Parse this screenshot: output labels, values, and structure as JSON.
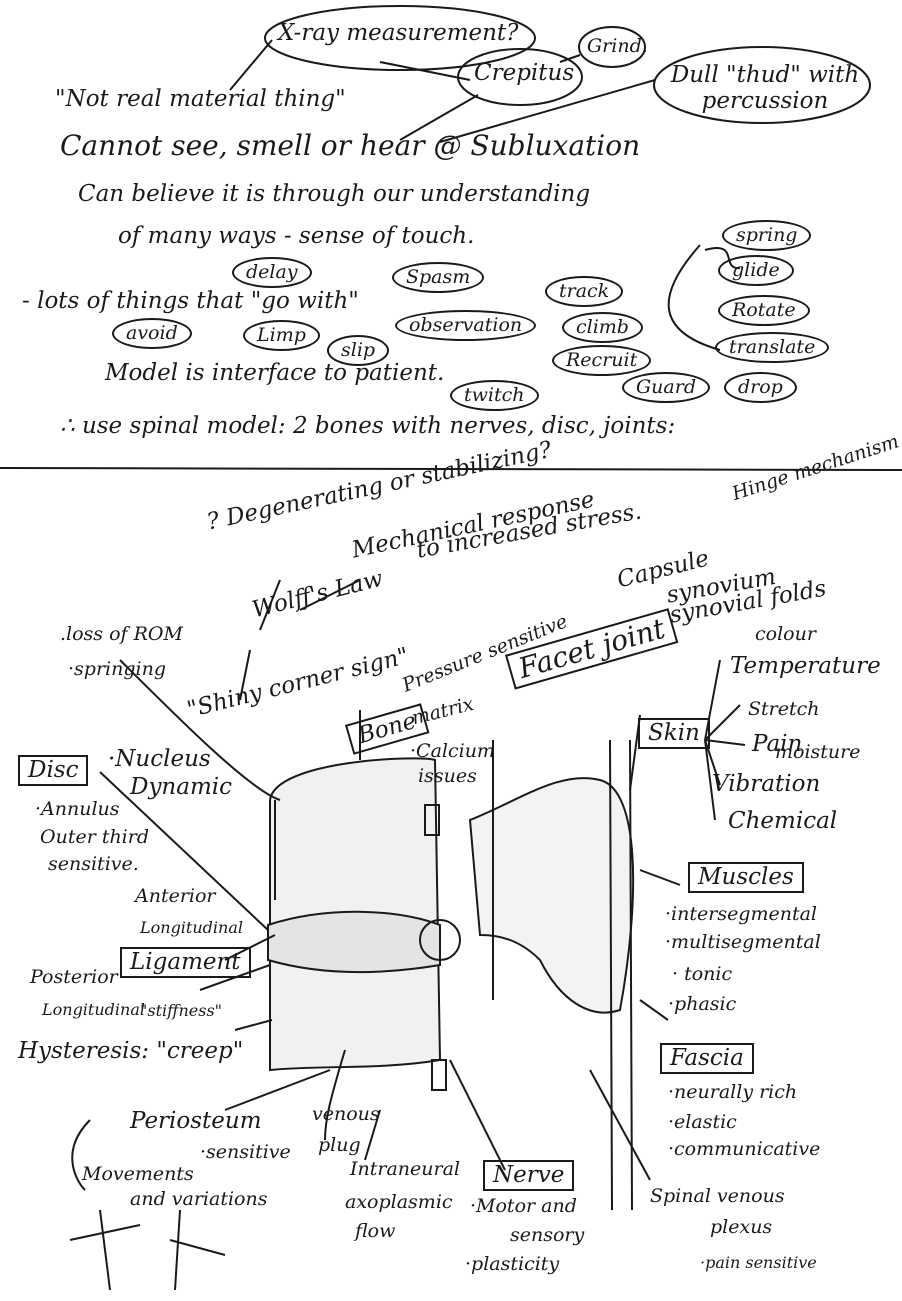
{
  "top": {
    "xray": "X-ray measurement?",
    "grind": "Grind.",
    "crepitus": "Crepitus",
    "dull": "Dull \"thud\" with percussion",
    "not_real": "\"Not real material thing\"",
    "cannot": "Cannot see, smell or hear @ Subluxation",
    "believe": "Can believe it is through our understanding",
    "many": "of many ways - sense of touch.",
    "lots": "- lots of things that \"go with\"",
    "model": "Model is interface to patient.",
    "use": "∴ use spinal model: 2 bones with nerves, disc, joints:"
  },
  "ovals": {
    "delay": "delay",
    "spasm": "Spasm",
    "track": "track",
    "spring": "spring",
    "glide": "glide",
    "avoid": "avoid",
    "limp": "Limp",
    "observation": "observation",
    "climb": "climb",
    "rotate": "Rotate",
    "slip": "slip",
    "translate": "translate",
    "recruit": "Recruit",
    "twitch": "twitch",
    "guard": "Guard",
    "drop": "drop"
  },
  "bottom": {
    "degen": "? Degenerating or stabilizing?",
    "mech": "Mechanical response",
    "mech2": "to increased stress.",
    "hinge": "Hinge mechanism",
    "capsule": "Capsule",
    "synovium": "synovium",
    "synfolds": "synovial folds",
    "loss_rom": ".loss of ROM",
    "springing": "·springing",
    "wolff": "Wolff's Law",
    "shiny": "\"Shiny corner sign\"",
    "pressure": "Pressure sensitive",
    "facet": "Facet joint",
    "colour": "colour",
    "temperature": "Temperature",
    "stretch": "Stretch",
    "pain": "Pain",
    "moisture": "moisture",
    "vibration": "Vibration",
    "chemical": "Chemical",
    "skin": "Skin",
    "bone": "Bone",
    "matrix": "matrix",
    "calcium": "·Calcium",
    "issues": "issues",
    "disc": "Disc",
    "nucleus": "·Nucleus",
    "dynamic": "Dynamic",
    "annulus": "·Annulus",
    "outer": "Outer third",
    "sensitive": "sensitive.",
    "anterior": "Anterior",
    "longitudinal": "Longitudinal",
    "ligament": "Ligament",
    "posterior": "Posterior",
    "longitudinal2": "Longitudinal",
    "stiffness": "\"stiffness\"",
    "hysteresis": "Hysteresis: \"creep\"",
    "muscles": "Muscles",
    "intersegmental": "·intersegmental",
    "multisegmental": "·multisegmental",
    "tonic": "· tonic",
    "phasic": "·phasic",
    "fascia": "Fascia",
    "neurally": "·neurally rich",
    "elastic": "·elastic",
    "communicative": "·communicative",
    "periosteum": "Periosteum",
    "periosteum_sens": "·sensitive",
    "venous": "venous",
    "plug": "plug",
    "intraneural": "Intraneural",
    "axoplasmic": "axoplasmic",
    "flow": "flow",
    "nerve": "Nerve",
    "motor": "·Motor and",
    "sensory": "sensory",
    "plasticity": "·plasticity",
    "spinal_venous": "Spinal venous",
    "plexus": "plexus",
    "pain_sens": "·pain sensitive",
    "movements": "Movements",
    "variations": "and variations"
  }
}
